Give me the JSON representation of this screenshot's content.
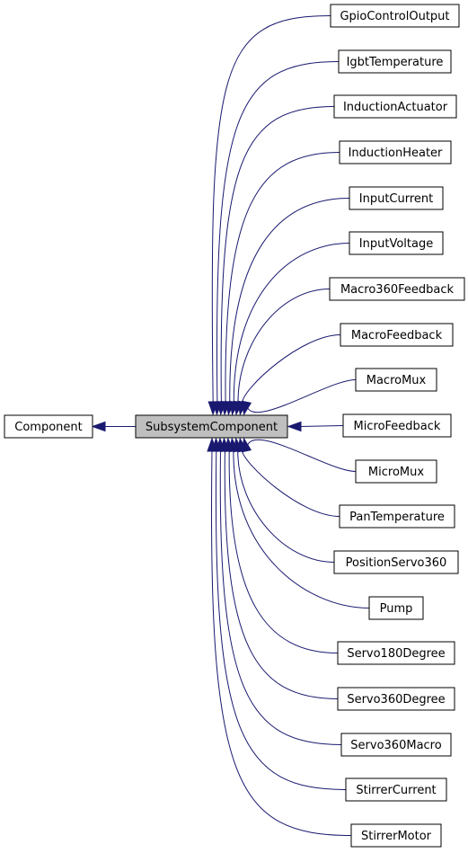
{
  "diagram": {
    "base_class": "Component",
    "selected_class": "SubsystemComponent",
    "derived_classes": [
      "GpioControlOutput",
      "IgbtTemperature",
      "InductionActuator",
      "InductionHeater",
      "InputCurrent",
      "InputVoltage",
      "Macro360Feedback",
      "MacroFeedback",
      "MacroMux",
      "MicroFeedback",
      "MicroMux",
      "PanTemperature",
      "PositionServo360",
      "Pump",
      "Servo180Degree",
      "Servo360Degree",
      "Servo360Macro",
      "StirrerCurrent",
      "StirrerMotor"
    ],
    "colors": {
      "edge": "#191970",
      "selected_fill": "#bfbfbf",
      "node_fill": "#ffffff",
      "node_stroke": "#000000"
    }
  }
}
